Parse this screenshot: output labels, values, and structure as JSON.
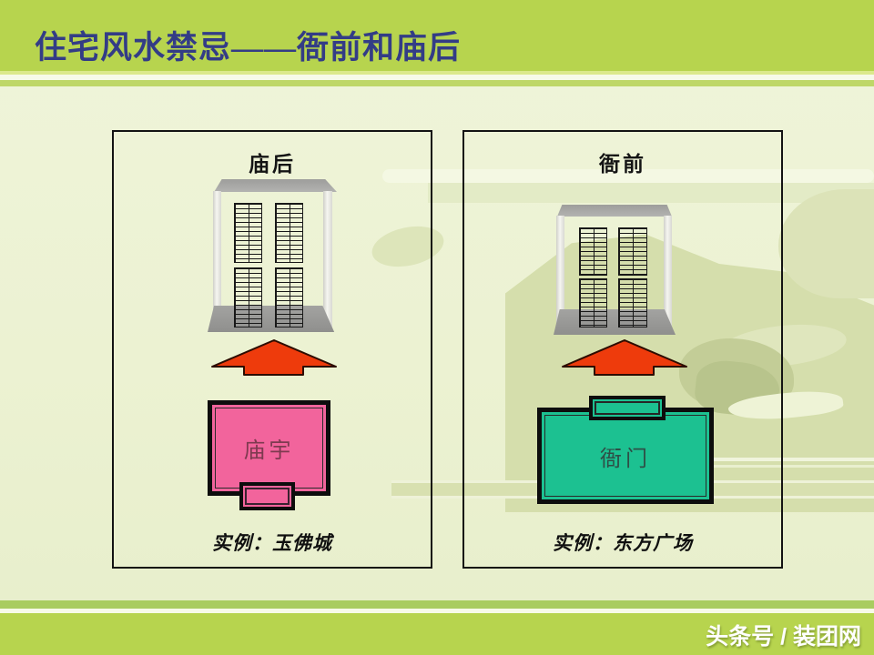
{
  "title": "住宅风水禁忌——衙前和庙后",
  "panels": [
    {
      "label": "庙后",
      "building_label": "庙宇",
      "caption": "实例：玉佛城"
    },
    {
      "label": "衙前",
      "building_label": "衙门",
      "caption": "实例：东方广场"
    }
  ],
  "footer": {
    "credit": "头条号 / 装团网"
  },
  "colors": {
    "bar_green": "#b7d44e",
    "content_bg": "#ecf2d2",
    "title_text": "#333c86",
    "temple_pink": "#f2649c",
    "yamen_teal": "#1cc191",
    "arrow_red": "#ee3b0c",
    "case_gray": "#a3a3a1",
    "sage_deco": "#d5deac"
  }
}
